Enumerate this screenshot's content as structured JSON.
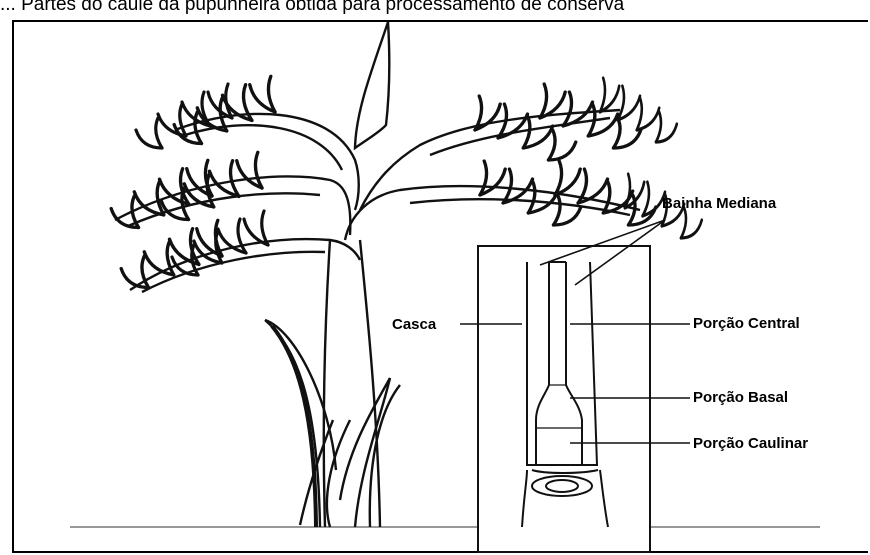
{
  "caption": "... Partes do caule da pupunheira obtida para processamento de conserva",
  "diagram": {
    "labels": {
      "bainha_mediana": "Bainha Mediana",
      "casca": "Casca",
      "porcao_central": "Porção Central",
      "porcao_basal": "Porção Basal",
      "porcao_caulinar": "Porção Caulinar"
    }
  }
}
